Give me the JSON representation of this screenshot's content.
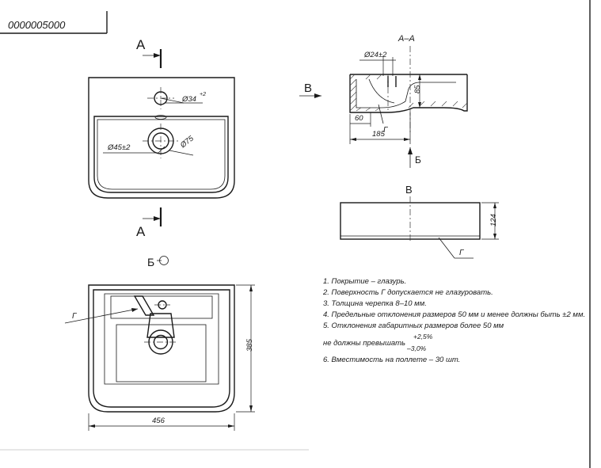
{
  "drawing": {
    "code": "0000005000",
    "section_a_label": "A",
    "section_title": "A–A",
    "view_b_arrow": "В",
    "view_b_title": "В",
    "view_b_bottom_label": "Б",
    "bottom_view_label": "Б",
    "surface_label_bottom": "Г",
    "surface_label_section": "Г",
    "surface_label_viewb": "Г"
  },
  "dimensions": {
    "tap_hole": "Ø34",
    "tap_hole_tol": "+2",
    "drain_hole": "Ø45±2",
    "drain_ring": "Ø75",
    "section_hole": "Ø24±2",
    "section_depth": "85",
    "section_60": "60",
    "section_185": "185",
    "height_124": "124",
    "depth_385": "385",
    "width_456": "456"
  },
  "notes": [
    "1. Покрытие – глазурь.",
    "2. Поверхность Г допускается не глазуровать.",
    "3. Толщина черепка 8–10 мм.",
    "4. Предельные отклонения размеров 50 мм и менее должны быть ±2 мм.",
    "5. Отклонения габаритных размеров более 50 мм"
  ],
  "note5_cont": "не должны превышать",
  "note5_plus": "+2,5%",
  "note5_minus": "–3,0%",
  "note6": "6. Вместимость на поллете – 30 шт."
}
